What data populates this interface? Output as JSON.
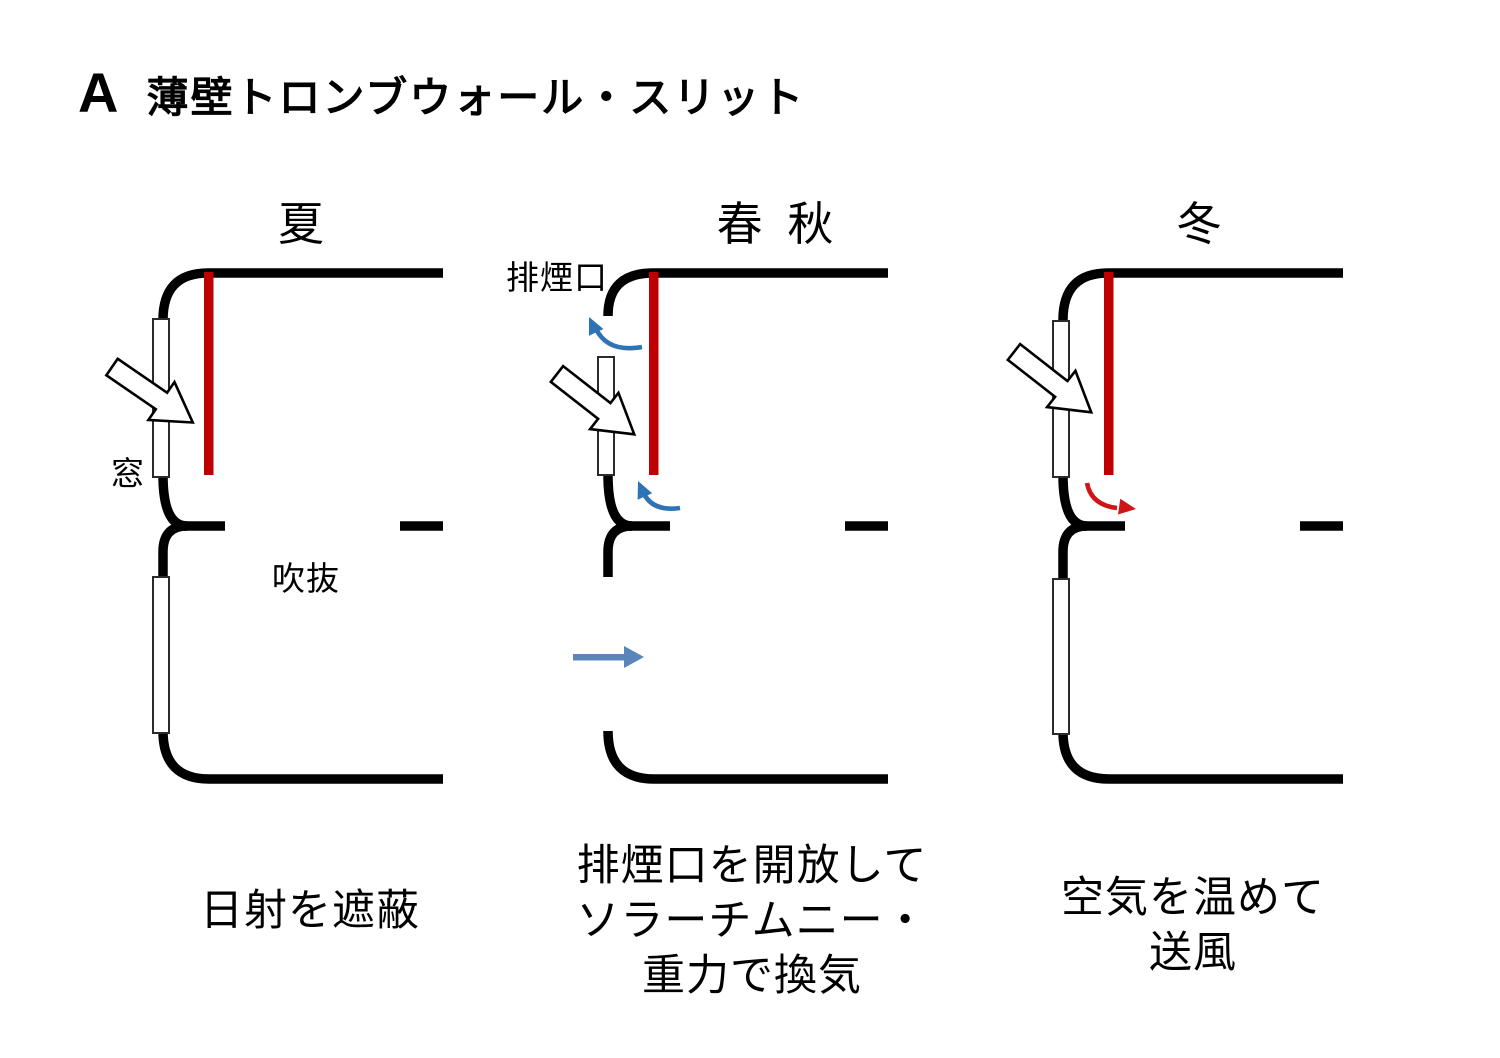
{
  "title": {
    "prefix": "A",
    "text": "薄壁トロンブウォール・スリット"
  },
  "colors": {
    "background": "#FFFFFF",
    "wall": "#000000",
    "trombe_wall_red": "#C00000",
    "warm_air_red": "#CF1515",
    "vent_air_blue": "#2E74B5",
    "intake_air_blue": "#5B84B9"
  },
  "panels": [
    {
      "id": "summer",
      "season_label": "夏",
      "window_label": "窓",
      "atrium_label": "吹抜",
      "caption_lines": [
        "日射を遮蔽"
      ]
    },
    {
      "id": "spring-autumn",
      "season_label": "春 秋",
      "vent_label": "排煙口",
      "caption_lines": [
        "排煙口を開放して",
        "ソラーチムニー・",
        "重力で換気"
      ]
    },
    {
      "id": "winter",
      "season_label": "冬",
      "caption_lines": [
        "空気を温めて",
        "送風"
      ]
    }
  ]
}
